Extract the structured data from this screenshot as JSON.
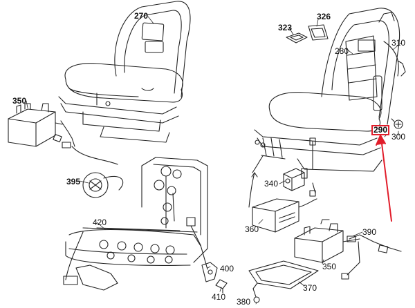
{
  "labels": {
    "p270": "270",
    "p326": "326",
    "p323": "323",
    "p280": "280",
    "p310": "310",
    "p350a": "350",
    "p290": "290",
    "p300": "300",
    "p395": "395",
    "p340": "340",
    "p420": "420",
    "p360": "360",
    "p390": "390",
    "p350b": "350",
    "p400": "400",
    "p370": "370",
    "p410": "410",
    "p380": "380"
  },
  "colors": {
    "line": "#222222",
    "highlight": "#e11d2a"
  }
}
